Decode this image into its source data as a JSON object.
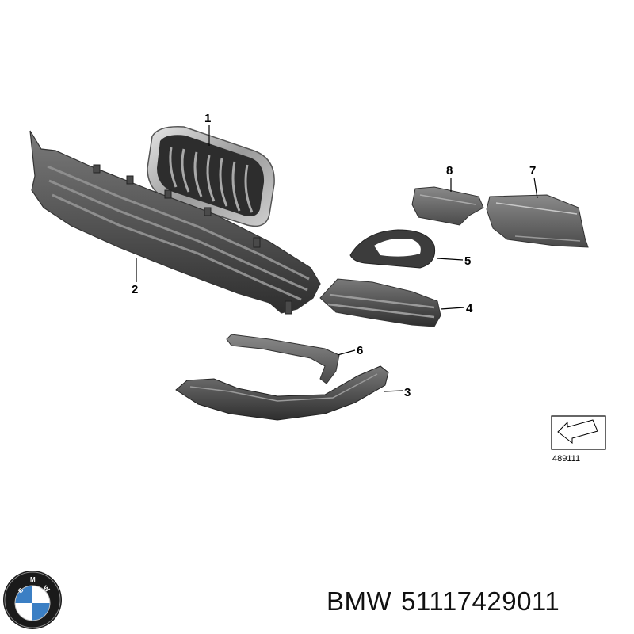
{
  "diagram": {
    "callouts": [
      "1",
      "2",
      "3",
      "4",
      "5",
      "6",
      "7",
      "8"
    ],
    "reference_code": "489111"
  },
  "caption": {
    "brand": "BMW",
    "part_number": "51117429011"
  },
  "logo": {
    "letters": "BMW",
    "colors": {
      "blue": "#3b7fc4",
      "white": "#ffffff",
      "ring": "#1a1a1a"
    }
  },
  "colors": {
    "part_dark": "#3a3a3a",
    "part_mid": "#6e6e6e",
    "chrome": "#b8b8b8",
    "line": "#000000"
  }
}
